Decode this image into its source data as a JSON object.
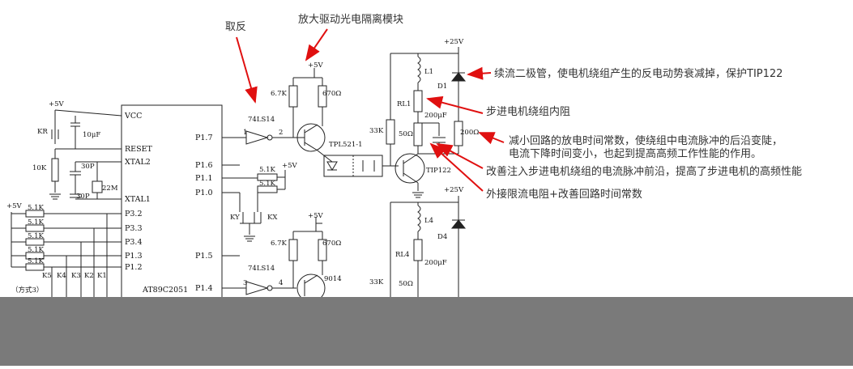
{
  "annotations": {
    "invert": "取反",
    "amp_isolation": "放大驱动光电隔离模块",
    "freewheel_diode": "续流二极管，使电机绕组产生的反电动势衰减掉，保护TIP122",
    "winding_resistance": "步进电机绕组内阻",
    "reduce_time_const_1": "减小回路的放电时间常数，使绕组中电流脉冲的后沿变陡，",
    "reduce_time_const_2": "电流下降时间变小，也起到提高高频工作性能的作用。",
    "improve_front_edge": "改善注入步进电机绕组的电流脉冲前沿，提高了步进电机的高频性能",
    "external_resistor": "外接限流电阻+改善回路时间常数"
  },
  "mcu": {
    "name": "AT89C2051",
    "pins_left": [
      "VCC",
      "RESET",
      "XTAL2",
      "XTAL1",
      "P3.2",
      "P3.3",
      "P3.4",
      "P1.3",
      "P1.2"
    ],
    "pins_right": [
      "P1.7",
      "P1.6",
      "P1.1",
      "P1.0",
      "P1.5",
      "P1.4"
    ]
  },
  "components": {
    "vcc1": "+5V",
    "vcc2": "+5V",
    "vcc3": "+5V",
    "vcc4": "+5V",
    "vcc5": "+5V",
    "hv1": "+25V",
    "hv2": "+25V",
    "kr": "KR",
    "cap_10u": "10μF",
    "r_10k": "10K",
    "cap_30p_a": "30P",
    "cap_30p_b": "30P",
    "xtal": "22M",
    "res_51k": "5.1K",
    "mode": "（方式3）",
    "keys": [
      "K5",
      "K4",
      "K3",
      "K2",
      "K1"
    ],
    "ky": "KY",
    "kx": "KX",
    "ic1": "74LS14",
    "ic2": "74LS14",
    "pin1": "1",
    "pin2": "2",
    "pin3": "3",
    "pin4": "4",
    "r67k_1": "6.7K",
    "r67k_2": "6.7K",
    "r670_1": "670Ω",
    "r670_2": "670Ω",
    "opto": "TPL521-1",
    "q_9014": "9014",
    "tip": "TIP122",
    "l1": "L1",
    "l4": "L4",
    "rl1": "RL1",
    "rl4": "RL4",
    "d1": "D1",
    "d4": "D4",
    "c200u_1": "200μF",
    "c200u_2": "200μF",
    "r33k_1": "33K",
    "r33k_2": "33K",
    "r50_1": "50Ω",
    "r50_2": "50Ω",
    "r200": "200Ω"
  }
}
